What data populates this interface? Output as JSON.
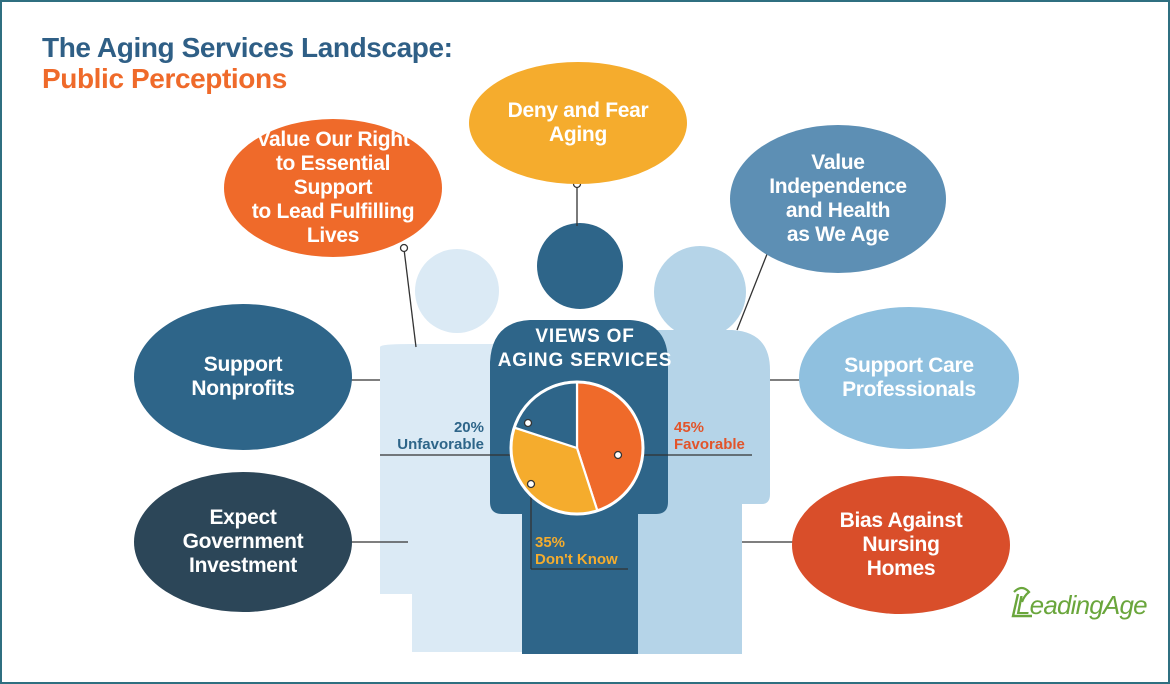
{
  "title": {
    "line1": "The Aging Services Landscape:",
    "line2": "Public Perceptions"
  },
  "center": {
    "title_line1": "VIEWS OF",
    "title_line2": "AGING SERVICES"
  },
  "chart_data": {
    "type": "pie",
    "slices": [
      {
        "label": "Favorable",
        "pct_text": "45%",
        "value": 45,
        "color": "#ef6a2a"
      },
      {
        "label": "Don't Know",
        "pct_text": "35%",
        "value": 35,
        "color": "#f5ac2d"
      },
      {
        "label": "Unfavorable",
        "pct_text": "20%",
        "value": 20,
        "color": "#2e6589"
      }
    ]
  },
  "bubbles": {
    "deny_fear": {
      "lines": [
        "Deny and Fear",
        "Aging"
      ],
      "color": "#f5ac2d"
    },
    "value_right": {
      "lines": [
        "Value Our Right",
        "to Essential Support",
        "to Lead Fulfilling",
        "Lives"
      ],
      "color": "#ef6a2a"
    },
    "value_independence": {
      "lines": [
        "Value",
        "Independence",
        "and Health",
        "as We Age"
      ],
      "color": "#5d8fb4"
    },
    "support_nonprofits": {
      "lines": [
        "Support",
        "Nonprofits"
      ],
      "color": "#2e6589"
    },
    "support_care": {
      "lines": [
        "Support Care",
        "Professionals"
      ],
      "color": "#8fc0df"
    },
    "expect_government": {
      "lines": [
        "Expect",
        "Government",
        "Investment"
      ],
      "color": "#2c4658"
    },
    "bias_nursing": {
      "lines": [
        "Bias Against",
        "Nursing",
        "Homes"
      ],
      "color": "#d94e2a"
    }
  },
  "logo": {
    "text": "LeadingAge"
  }
}
